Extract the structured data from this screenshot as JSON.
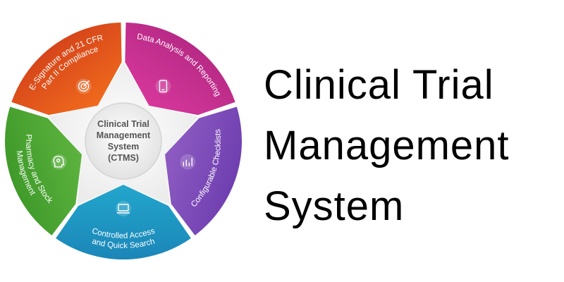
{
  "center": {
    "lines": [
      "Clinical Trial",
      "Management",
      "System",
      "(CTMS)"
    ]
  },
  "segments": [
    {
      "id": "esignature",
      "lines": [
        "E-Signature and 21 CFR",
        "Part II Compliance"
      ],
      "color": "#f06a1d",
      "color_dark": "#d6451a",
      "icon": "target-icon"
    },
    {
      "id": "data-analysis",
      "lines": [
        "Data Analysis and Reporting"
      ],
      "color": "#d6379a",
      "color_dark": "#b72a86",
      "icon": "tablet-icon"
    },
    {
      "id": "checklists",
      "lines": [
        "Configurable Checklists"
      ],
      "color": "#8e5cc2",
      "color_dark": "#6f3fb0",
      "icon": "chart-hand-icon"
    },
    {
      "id": "access",
      "lines": [
        "Controlled Access",
        "and Quick Search"
      ],
      "color": "#22a6cc",
      "color_dark": "#1b86b8",
      "icon": "laptop-icon"
    },
    {
      "id": "pharmacy",
      "lines": [
        "Pharmacy and Stock",
        "Management"
      ],
      "color": "#5db33e",
      "color_dark": "#3f9a2a",
      "icon": "head-bulb-icon"
    }
  ],
  "headline": {
    "line1": "Clinical Trial",
    "line2": "Management",
    "line3": "System"
  }
}
